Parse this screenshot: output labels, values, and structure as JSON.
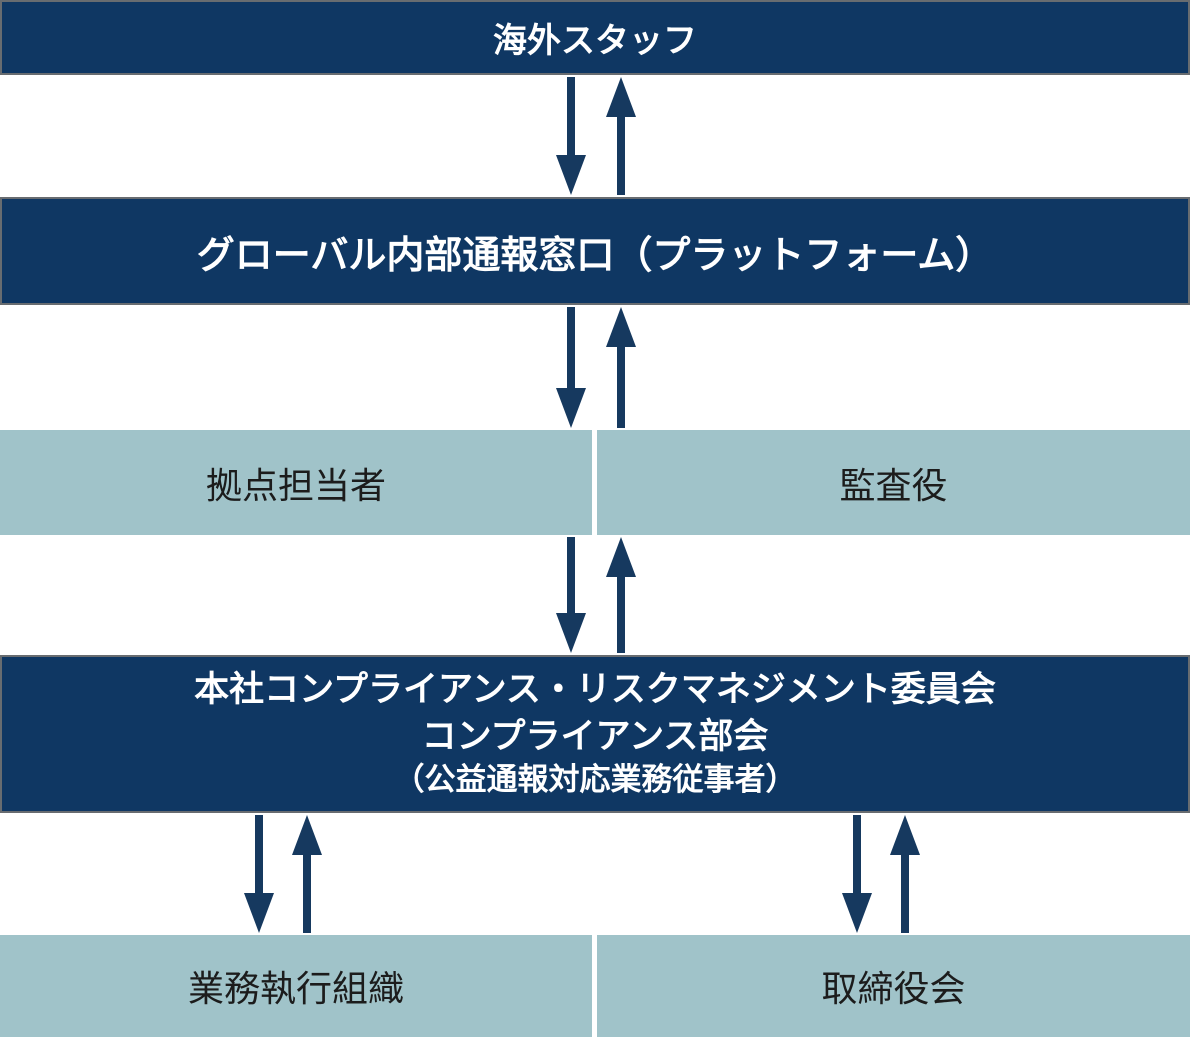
{
  "nodes": {
    "overseas_staff": {
      "label": "海外スタッフ"
    },
    "global_hotline": {
      "label": "グローバル内部通報窓口（プラットフォーム）"
    },
    "site_manager": {
      "label": "拠点担当者"
    },
    "auditor": {
      "label": "監査役"
    },
    "hq_committee": {
      "line1": "本社コンプライアンス・リスクマネジメント委員会",
      "line2": "コンプライアンス部会",
      "line3": "（公益通報対応業務従事者）"
    },
    "executive_org": {
      "label": "業務執行組織"
    },
    "board": {
      "label": "取締役会"
    }
  },
  "colors": {
    "dark_navy": "#0f3763",
    "light_blue": "#a0c3c9",
    "arrow": "#16395f",
    "border_gray": "#686c70",
    "text_light": "#ffffff",
    "text_dark": "#1c1c1c"
  }
}
